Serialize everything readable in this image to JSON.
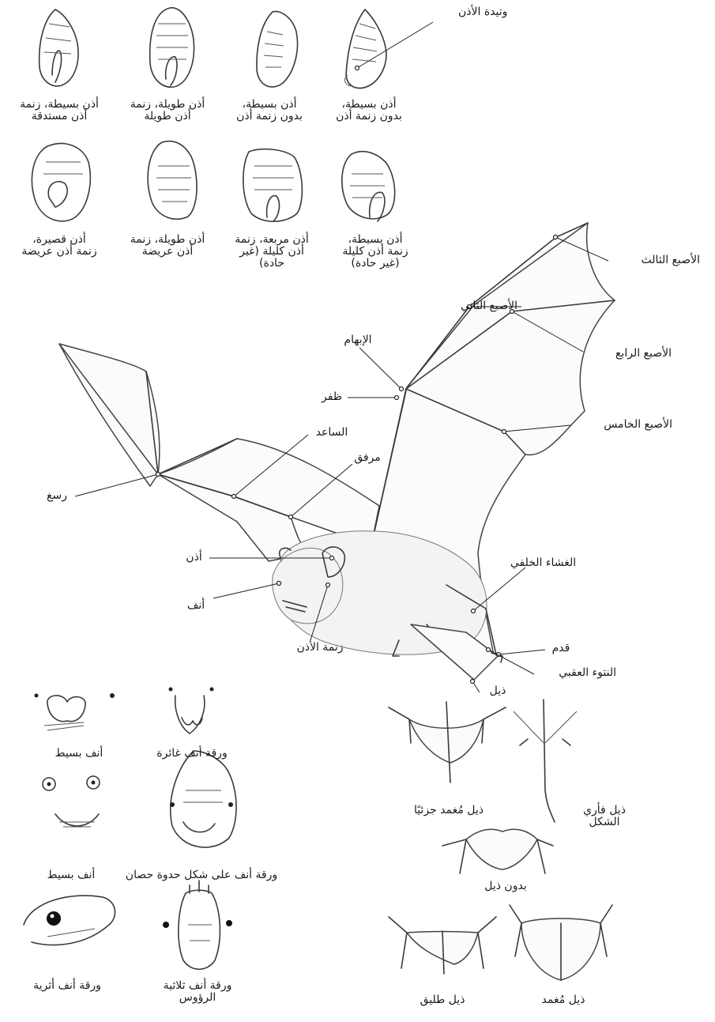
{
  "ear_types": [
    {
      "id": "simple-tragus",
      "label": "أذن بسيطة،\nبدون زنمة أذن",
      "callout": "وتيدة الأذن"
    },
    {
      "id": "simple-no-tragus",
      "label": "أذن بسيطة،\nبدون زنمة أذن"
    },
    {
      "id": "long-long-tragus",
      "label": "أذن طويلة، زنمة\nأذن طويلة"
    },
    {
      "id": "simple-pointed-tragus",
      "label": "أذن بسيطة، زنمة\nأذن مستدقة"
    },
    {
      "id": "simple-blunt-tragus",
      "label": "أذن بسيطة،\nزنمة أذن كليلة\n(غير حادة)"
    },
    {
      "id": "square-blunt-tragus",
      "label": "أذن مربعة، زنمة\nأذن كليلة (غير\nحادة)"
    },
    {
      "id": "long-wide-tragus",
      "label": "أذن طويلة، زنمة\nأذن عريضة"
    },
    {
      "id": "short-wide-tragus",
      "label": "أذن قصيرة،\nزنمة أذن عريضة"
    }
  ],
  "anatomy": {
    "third_digit": "الأصبع الثالث",
    "second_digit": "الأصبع الثاني",
    "fourth_digit": "الأصبع الرابع",
    "thumb": "الإبهام",
    "claw": "ظفر",
    "fifth_digit": "الأصبع الخامس",
    "forearm": "الساعد",
    "elbow": "مرفق",
    "wrist": "رسغ",
    "ear": "أذن",
    "nose": "أنف",
    "tragus": "زنمة الأذن",
    "uropatagium": "الغشاء الخلفي",
    "foot": "قدم",
    "calcar": "النتوء العقبي",
    "tail": "ذيل"
  },
  "nose_types": [
    {
      "id": "simple-nose-1",
      "label": "أنف بسيط"
    },
    {
      "id": "sunken-noseleaf",
      "label": "ورقة أنف غائرة"
    },
    {
      "id": "simple-nose-2",
      "label": "أنف بسيط"
    },
    {
      "id": "horseshoe-noseleaf",
      "label": "ورقة أنف على شكل حدوة حصان"
    },
    {
      "id": "leaf-nosed",
      "label": "ورقة أنف أثرية"
    },
    {
      "id": "trident-noseleaf",
      "label": "ورقة أنف ثلاثية\nالرؤوس"
    }
  ],
  "tail_types": [
    {
      "id": "mouse-tail",
      "label": "ذيل فأري\nالشكل"
    },
    {
      "id": "partially-enclosed",
      "label": "ذيل مُغمد جزئيًا"
    },
    {
      "id": "no-tail",
      "label": "بدون ذيل"
    },
    {
      "id": "enclosed-tail",
      "label": "ذيل مُغمد"
    },
    {
      "id": "free-tail",
      "label": "ذيل طليق"
    }
  ]
}
